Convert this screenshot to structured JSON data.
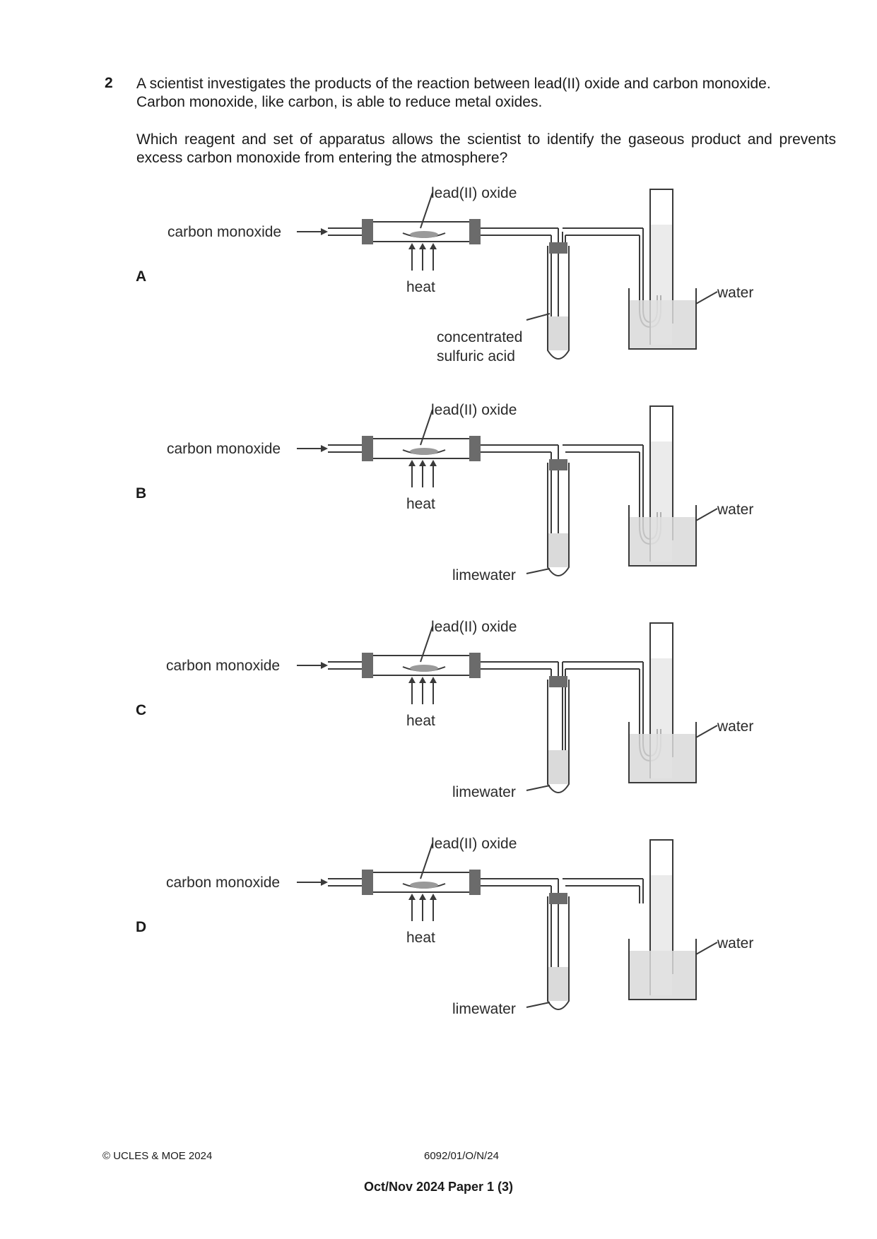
{
  "question": {
    "number": "2",
    "line1": "A scientist investigates the products of the reaction between lead(II) oxide and carbon monoxide.",
    "line2": "Carbon monoxide, like carbon, is able to reduce metal oxides.",
    "prompt": "Which reagent and set of apparatus allows the scientist to identify the gaseous product and prevents excess carbon monoxide from entering the atmosphere?"
  },
  "options": [
    {
      "letter": "A",
      "inlet": "carbon monoxide",
      "solid": "lead(II) oxide",
      "heat": "heat",
      "reagent_line1": "concentrated",
      "reagent_line2": "sulfuric acid",
      "water": "water",
      "collected": true
    },
    {
      "letter": "B",
      "inlet": "carbon monoxide",
      "solid": "lead(II) oxide",
      "heat": "heat",
      "reagent_line1": "",
      "reagent_line2": "limewater",
      "water": "water",
      "collected": true
    },
    {
      "letter": "C",
      "inlet": "carbon monoxide",
      "solid": "lead(II) oxide",
      "heat": "heat",
      "reagent_line1": "",
      "reagent_line2": "limewater",
      "water": "water",
      "collected": true
    },
    {
      "letter": "D",
      "inlet": "carbon monoxide",
      "solid": "lead(II) oxide",
      "heat": "heat",
      "reagent_line1": "",
      "reagent_line2": "limewater",
      "water": "water",
      "collected": false
    }
  ],
  "footer": {
    "copyright": "© UCLES & MOE 2024",
    "code": "6092/01/O/N/24",
    "stamp": "Oct/Nov 2024 Paper 1 (3)"
  }
}
